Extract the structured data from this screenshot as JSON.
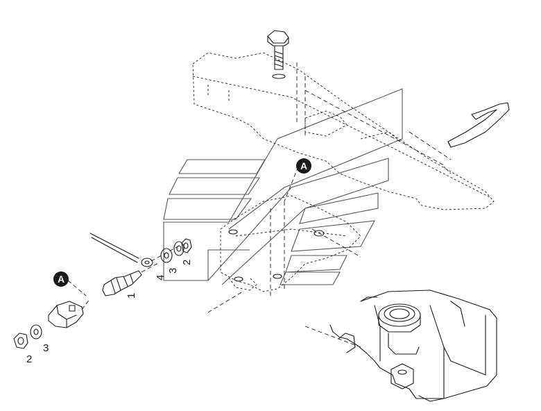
{
  "callouts": {
    "upper": "A",
    "lower": "A"
  },
  "part_labels": {
    "sensor": "1",
    "nut_right": "2",
    "washer_right": "3",
    "washer_4": "4",
    "nut_left": "2",
    "washer_left": "3"
  },
  "colors": {
    "line": "#1a1a1a",
    "callout_fill": "#1a1a1a",
    "watermark": "#555555"
  }
}
